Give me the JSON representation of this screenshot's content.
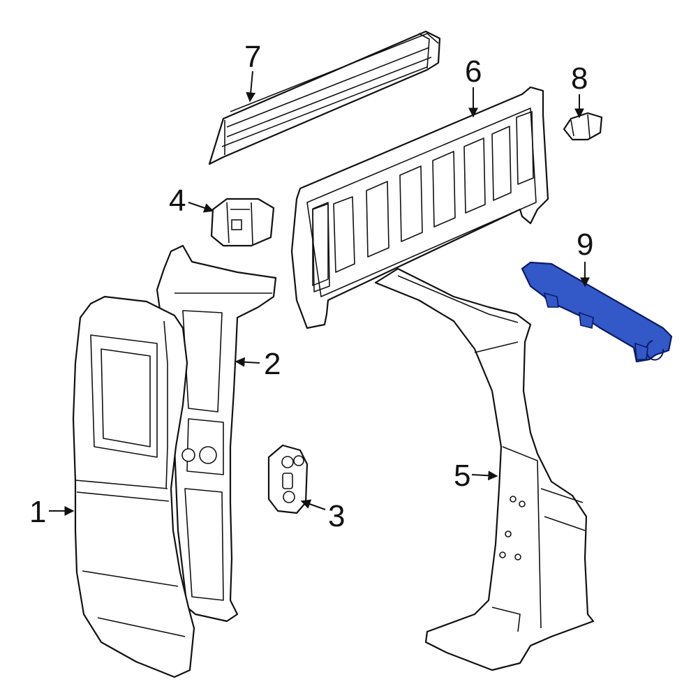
{
  "colors": {
    "line": "#111111",
    "highlight_fill": "#3358c7",
    "highlight_stroke": "#0a1a66",
    "background": "#ffffff"
  },
  "callouts": [
    {
      "id": "1",
      "label": "1"
    },
    {
      "id": "2",
      "label": "2"
    },
    {
      "id": "3",
      "label": "3"
    },
    {
      "id": "4",
      "label": "4"
    },
    {
      "id": "5",
      "label": "5"
    },
    {
      "id": "6",
      "label": "6"
    },
    {
      "id": "7",
      "label": "7"
    },
    {
      "id": "8",
      "label": "8"
    },
    {
      "id": "9",
      "label": "9"
    }
  ],
  "highlighted_part": "9"
}
